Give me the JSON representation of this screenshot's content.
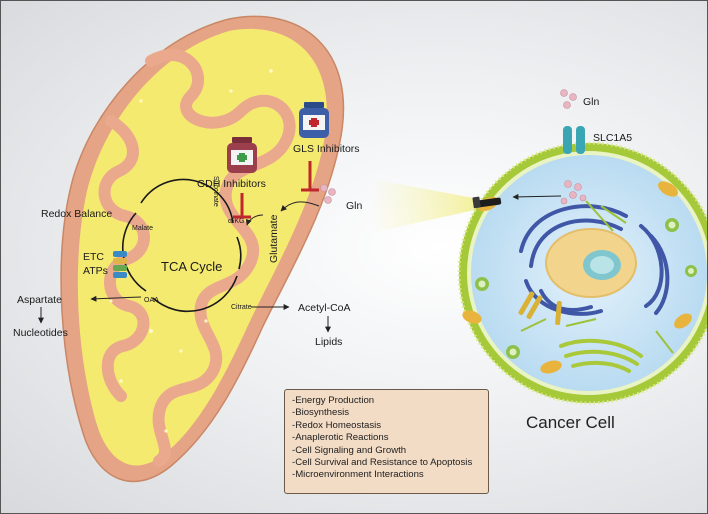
{
  "labels": {
    "gls_inhibitors": "GLS Inhibitors",
    "gdh_inhibitors": "GDH Inhibitors",
    "glutamate": "Glutamate",
    "gln_left": "Gln",
    "gln_top": "Gln",
    "slc1a5": "SLC1A5",
    "redox_balance": "Redox Balance",
    "etc": "ETC",
    "atps": "ATPs",
    "aspartate": "Aspartate",
    "nucleotides": "Nucleotides",
    "tca_cycle": "TCA Cycle",
    "succinate": "Succinate",
    "malate": "Malate",
    "akg": "α-KG",
    "oaa": "OAA",
    "citrate": "Citrate",
    "acetyl_coa": "Acetyl-CoA",
    "lipids": "Lipids",
    "cancer_cell": "Cancer Cell"
  },
  "functions": [
    "-Energy Production",
    "-Biosynthesis",
    "-Redox Homeostasis",
    "-Anaplerotic Reactions",
    "-Cell Signaling and Growth",
    "-Cell Survival and Resistance to Apoptosis",
    "-Microenvironment Interactions"
  ],
  "colors": {
    "mito_outer": "#e6a486",
    "mito_matrix": "#f5ea70",
    "cristae": "#eaa98d",
    "inhibitor": "#c0272d",
    "membrane": "#a6c93a",
    "cytoplasm": "#cfe6f5",
    "nucleus": "#f2d48c",
    "er": "#3f57a6",
    "glutamine": "#e7b6c2"
  }
}
